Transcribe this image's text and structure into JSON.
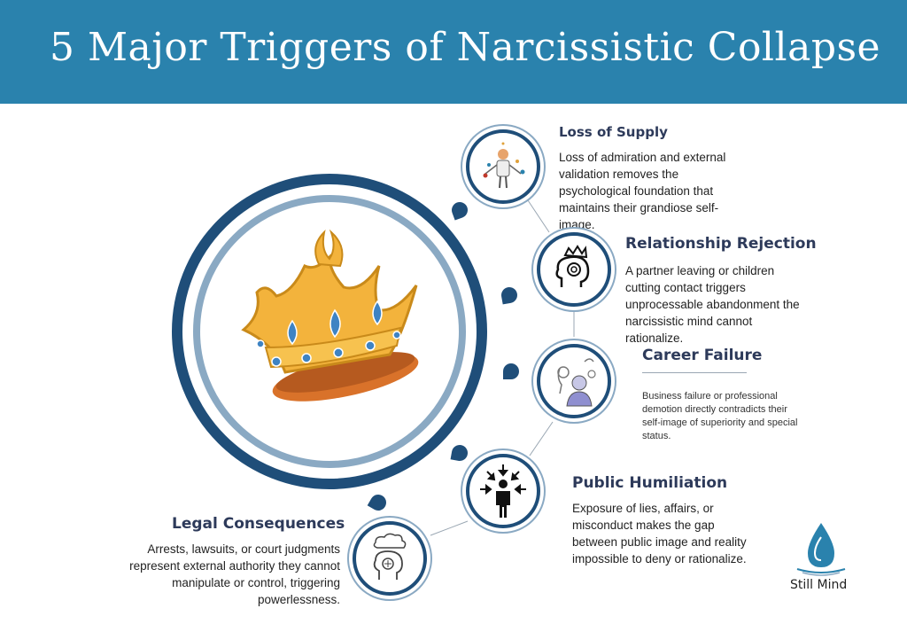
{
  "header": {
    "title": "5 Major Triggers of Narcissistic Collapse"
  },
  "items": [
    {
      "title": "Loss of Supply",
      "description": "Loss of admiration and external validation removes the psychological foundation that maintains their grandiose self-image.",
      "icon": "person-juggling-icon"
    },
    {
      "title": "Relationship Rejection",
      "description": "A partner leaving or children cutting contact triggers unprocessable abandonment the narcissistic mind cannot rationalize.",
      "icon": "crowned-head-icon"
    },
    {
      "title": "Career Failure",
      "description": "Business failure or professional demotion directly contradicts their self-image of superiority and special status.",
      "icon": "distressed-person-icon"
    },
    {
      "title": "Public Humiliation",
      "description": "Exposure of lies, affairs, or misconduct makes the gap between public image and reality impossible to deny or rationalize.",
      "icon": "person-under-pressure-icon"
    },
    {
      "title": "Legal Consequences",
      "description": "Arrests, lawsuits, or court judgments represent external authority they cannot manipulate or control, triggering powerlessness.",
      "icon": "brain-storm-icon"
    }
  ],
  "brand": {
    "name": "Still Mind",
    "icon": "water-drop-logo"
  },
  "colors": {
    "header": "#2a82ad",
    "navy": "#1f4e79",
    "ring_light": "#8aa9c3",
    "title_text": "#2d3a5a"
  }
}
